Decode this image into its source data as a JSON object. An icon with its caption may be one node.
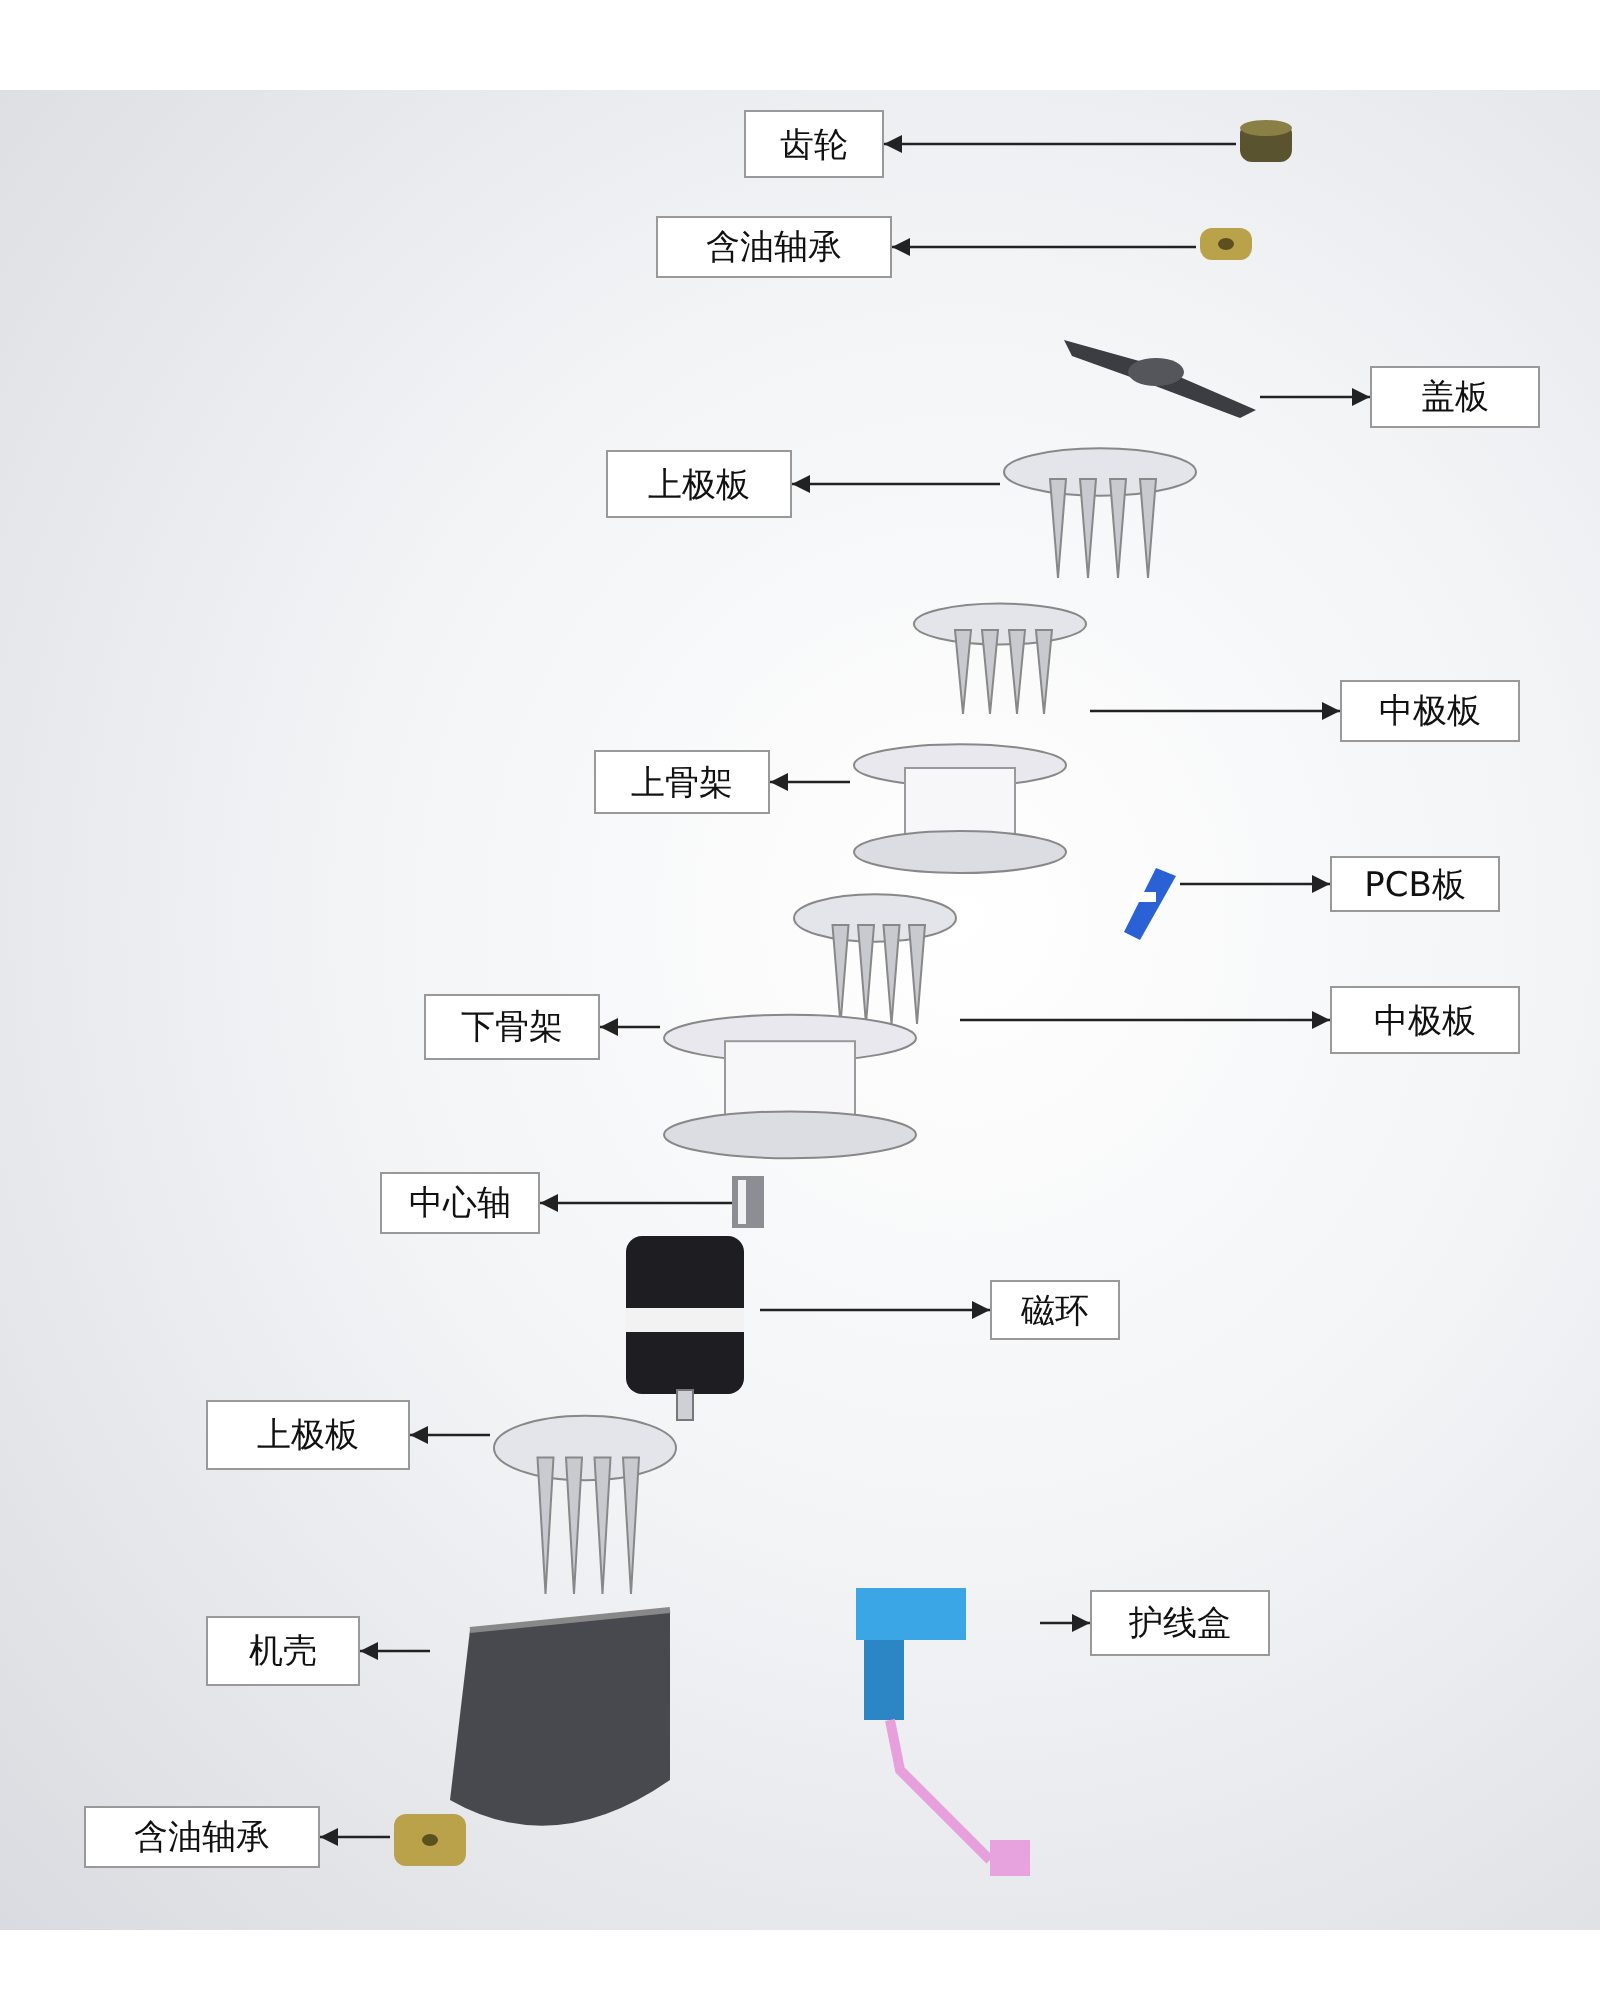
{
  "diagram": {
    "nodes": [
      {
        "text": [
          "齿轮"
        ]
      },
      {
        "text": [],
        "shape": "picture"
      },
      {
        "text": [
          "含油轴承"
        ]
      },
      {
        "text": [],
        "shape": "picture"
      },
      {
        "text": [
          "盖板"
        ]
      },
      {
        "text": [],
        "shape": "picture"
      },
      {
        "text": [
          "上极板"
        ]
      },
      {
        "text": [],
        "shape": "picture"
      },
      {
        "text": [
          "中极板"
        ]
      },
      {
        "text": [],
        "shape": "picture"
      },
      {
        "text": [
          "上骨架"
        ]
      },
      {
        "text": [],
        "shape": "picture"
      },
      {
        "text": [
          "PCB板"
        ]
      },
      {
        "text": [],
        "shape": "picture"
      },
      {
        "text": [
          "中极板"
        ]
      },
      {
        "text": [],
        "shape": "picture"
      },
      {
        "text": [
          "下骨架"
        ]
      },
      {
        "text": [],
        "shape": "picture"
      },
      {
        "text": [
          "中心轴"
        ]
      },
      {
        "text": [],
        "shape": "picture"
      },
      {
        "text": [
          "磁环"
        ]
      },
      {
        "text": [],
        "shape": "picture"
      },
      {
        "text": [
          "上极板"
        ]
      },
      {
        "text": [],
        "shape": "picture"
      },
      {
        "text": [
          "护线盒"
        ]
      },
      {
        "text": [],
        "shape": "picture"
      },
      {
        "text": [
          "机壳"
        ]
      },
      {
        "text": [],
        "shape": "picture"
      },
      {
        "text": [
          "含油轴承"
        ]
      },
      {
        "text": [],
        "shape": "picture"
      }
    ],
    "edges": [
      {
        "from": 1,
        "to": 0,
        "arrow": "to"
      },
      {
        "from": 3,
        "to": 2,
        "arrow": "to"
      },
      {
        "from": 5,
        "to": 4,
        "arrow": "to"
      },
      {
        "from": 7,
        "to": 6,
        "arrow": "to"
      },
      {
        "from": 9,
        "to": 8,
        "arrow": "to"
      },
      {
        "from": 11,
        "to": 10,
        "arrow": "to"
      },
      {
        "from": 13,
        "to": 12,
        "arrow": "to"
      },
      {
        "from": 15,
        "to": 14,
        "arrow": "to"
      },
      {
        "from": 17,
        "to": 16,
        "arrow": "to"
      },
      {
        "from": 19,
        "to": 18,
        "arrow": "to"
      },
      {
        "from": 21,
        "to": 20,
        "arrow": "to"
      },
      {
        "from": 23,
        "to": 22,
        "arrow": "to"
      },
      {
        "from": 25,
        "to": 24,
        "arrow": "to"
      },
      {
        "from": 27,
        "to": 26,
        "arrow": "to"
      },
      {
        "from": 29,
        "to": 28,
        "arrow": "to"
      }
    ]
  }
}
